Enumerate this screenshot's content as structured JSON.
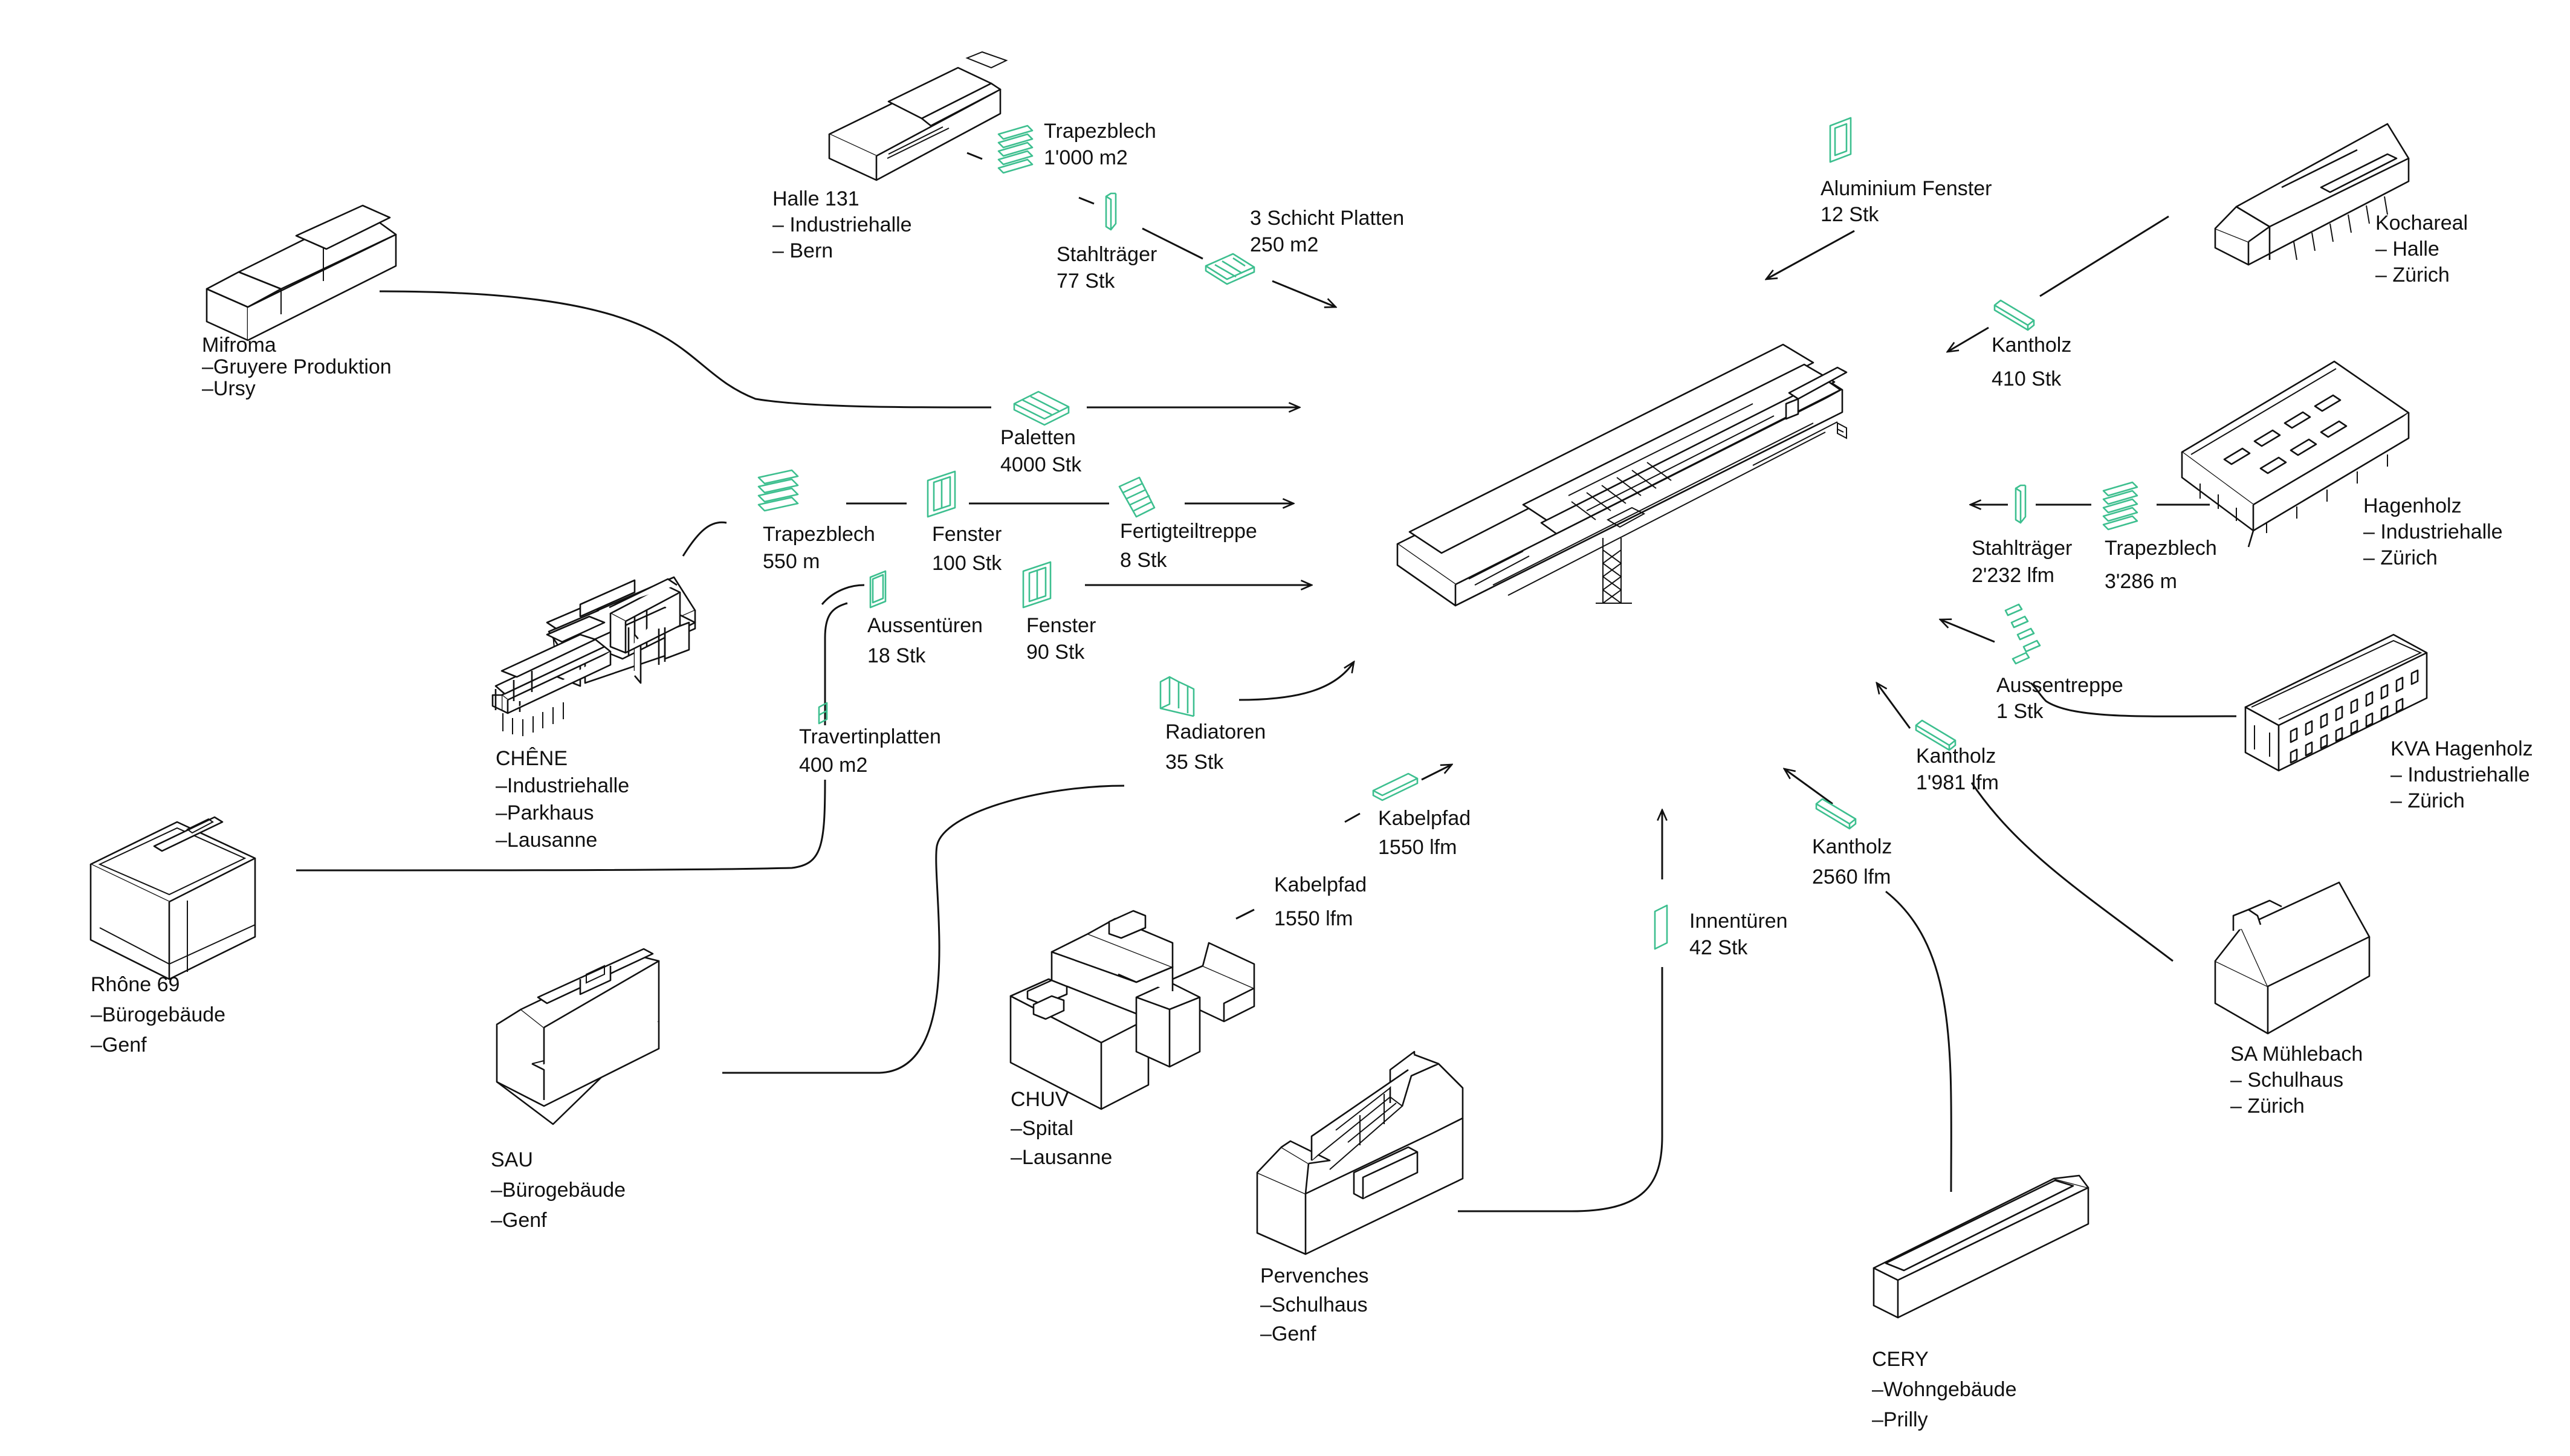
{
  "colors": {
    "line": "#111111",
    "material": "#3dbf8f",
    "background": "#ffffff"
  },
  "center": {
    "name": "central-building"
  },
  "sources": [
    {
      "key": "halle131",
      "name": "Halle 131",
      "lines": [
        "– Industriehalle",
        "– Bern"
      ]
    },
    {
      "key": "mifroma",
      "name": "Mifroma",
      "lines": [
        "–Gruyere Produktion",
        "–Ursy"
      ]
    },
    {
      "key": "chene",
      "name": "CHÊNE",
      "lines": [
        "–Industriehalle",
        "–Parkhaus",
        "–Lausanne"
      ]
    },
    {
      "key": "rhone69",
      "name": "Rhône 69",
      "lines": [
        "–Bürogebäude",
        "–Genf"
      ]
    },
    {
      "key": "sau",
      "name": "SAU",
      "lines": [
        "–Bürogebäude",
        "–Genf"
      ]
    },
    {
      "key": "chuv",
      "name": "CHUV",
      "lines": [
        "–Spital",
        "–Lausanne"
      ]
    },
    {
      "key": "pervenches",
      "name": "Pervenches",
      "lines": [
        "–Schulhaus",
        "–Genf"
      ]
    },
    {
      "key": "cery",
      "name": "CERY",
      "lines": [
        "–Wohngebäude",
        "–Prilly"
      ]
    },
    {
      "key": "kochareal",
      "name": "Kochareal",
      "lines": [
        "– Halle",
        "– Zürich"
      ]
    },
    {
      "key": "hagenholz",
      "name": "Hagenholz",
      "lines": [
        "– Industriehalle",
        "– Zürich"
      ]
    },
    {
      "key": "kva",
      "name": "KVA Hagenholz",
      "lines": [
        "– Industriehalle",
        "– Zürich"
      ]
    },
    {
      "key": "muehlebach",
      "name": "SA Mühlebach",
      "lines": [
        "– Schulhaus",
        "– Zürich"
      ]
    }
  ],
  "materials": [
    {
      "key": "trapezblech-1000",
      "name": "Trapezblech",
      "qty": "1'000 m2",
      "icon": "sheet-stack-icon"
    },
    {
      "key": "stahltraeger-77",
      "name": "Stahlträger",
      "qty": "77 Stk",
      "icon": "steel-beam-icon"
    },
    {
      "key": "schicht-250",
      "name": "3 Schicht Platten",
      "qty": "250 m2",
      "icon": "panel-icon"
    },
    {
      "key": "paletten-4000",
      "name": "Paletten",
      "qty": "4000 Stk",
      "icon": "pallet-icon"
    },
    {
      "key": "trapezblech-550",
      "name": "Trapezblech",
      "qty": "550 m",
      "icon": "sheet-stack-icon"
    },
    {
      "key": "fenster-100",
      "name": "Fenster",
      "qty": "100 Stk",
      "icon": "window-icon"
    },
    {
      "key": "treppe-8",
      "name": "Fertigteiltreppe",
      "qty": "8 Stk",
      "icon": "stair-icon"
    },
    {
      "key": "aussentueren-18",
      "name": "Aussentüren",
      "qty": "18 Stk",
      "icon": "door-icon"
    },
    {
      "key": "fenster-90",
      "name": "Fenster",
      "qty": "90 Stk",
      "icon": "window-icon"
    },
    {
      "key": "travertin-400",
      "name": "Travertinplatten",
      "qty": "400 m2",
      "icon": "slab-icon"
    },
    {
      "key": "radiatoren-35",
      "name": "Radiatoren",
      "qty": "35 Stk",
      "icon": "radiator-icon"
    },
    {
      "key": "kabelpfad-a",
      "name": "Kabelpfad",
      "qty": "1550 lfm",
      "icon": "cable-tray-icon"
    },
    {
      "key": "kabelpfad-b",
      "name": "Kabelpfad",
      "qty": "1550 lfm",
      "icon": ""
    },
    {
      "key": "innentueren-42",
      "name": "Innentüren",
      "qty": "42 Stk",
      "icon": "door-icon"
    },
    {
      "key": "kantholz-2560",
      "name": "Kantholz",
      "qty": "2560 lfm",
      "icon": "timber-icon"
    },
    {
      "key": "kantholz-1981",
      "name": "Kantholz",
      "qty": "1'981 lfm",
      "icon": "timber-icon"
    },
    {
      "key": "aussentreppe-1",
      "name": "Aussentreppe",
      "qty": "1 Stk",
      "icon": "stair-icon"
    },
    {
      "key": "stahltraeger-2232",
      "name": "Stahlträger",
      "qty": "2'232 lfm",
      "icon": "steel-beam-icon"
    },
    {
      "key": "trapezblech-3286",
      "name": "Trapezblech",
      "qty": "3'286 m",
      "icon": "sheet-stack-icon"
    },
    {
      "key": "kantholz-410",
      "name": "Kantholz",
      "qty": "410 Stk",
      "icon": "timber-icon"
    },
    {
      "key": "alufenster-12",
      "name": "Aluminium Fenster",
      "qty": "12 Stk",
      "icon": "window-icon"
    }
  ]
}
